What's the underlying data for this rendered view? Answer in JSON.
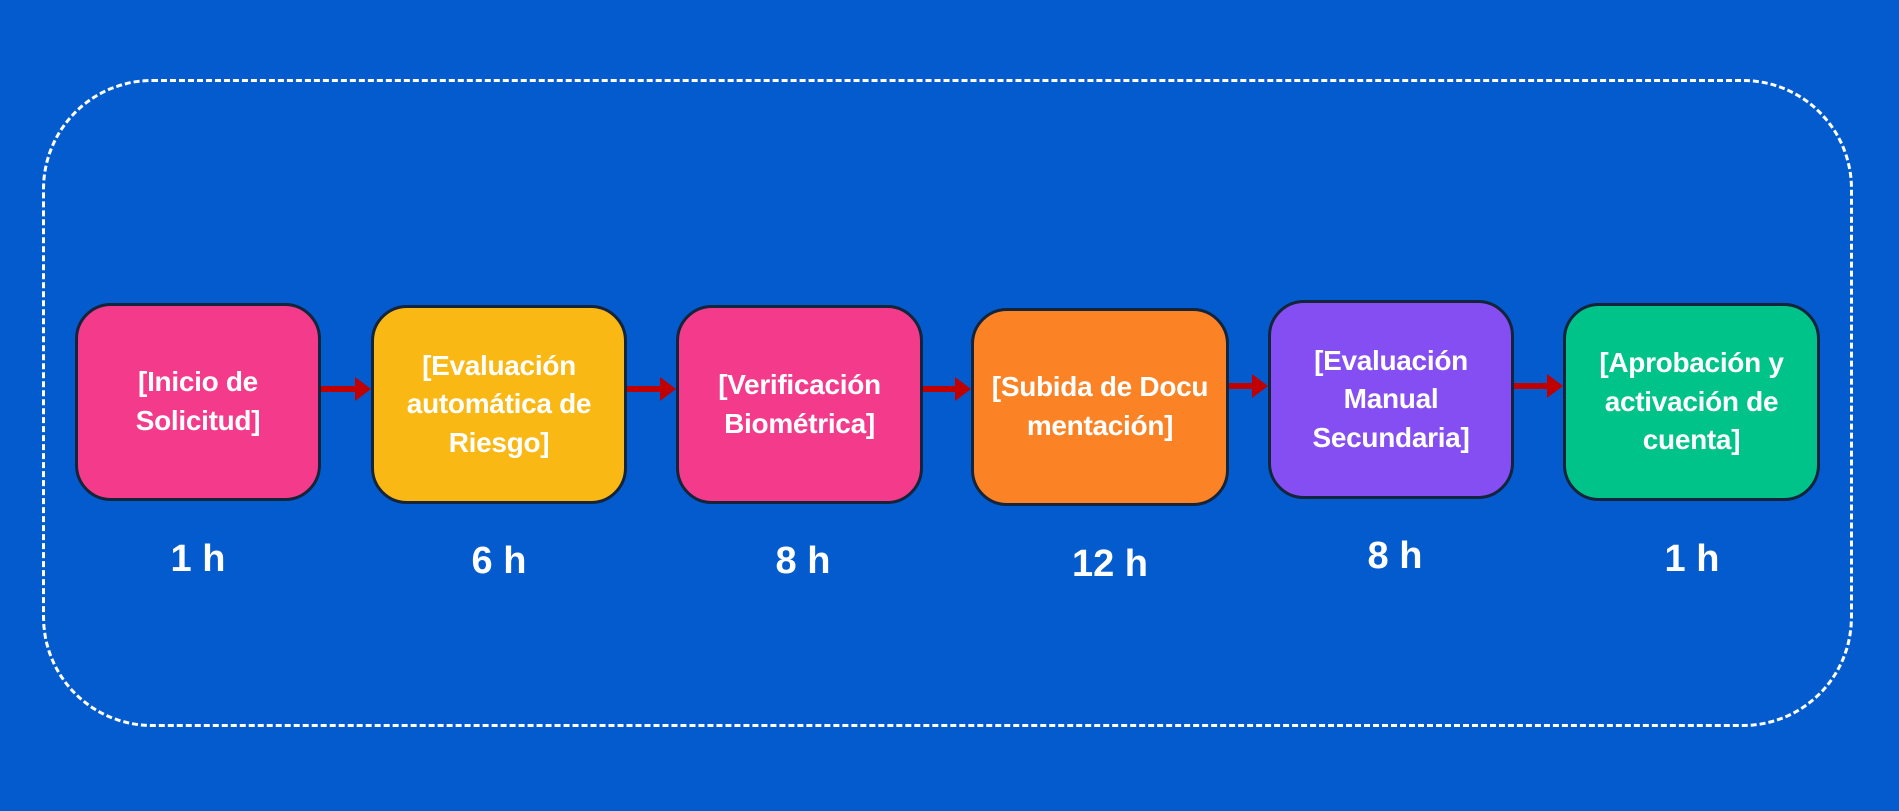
{
  "steps": [
    {
      "label": "[Inicio de Solicitud]",
      "duration": "1 h",
      "color": "#F43B8B"
    },
    {
      "label": "[Evaluación automática de Riesgo]",
      "duration": "6 h",
      "color": "#F9B813"
    },
    {
      "label": "[Verificación Biométrica]",
      "duration": "8 h",
      "color": "#F43B8B"
    },
    {
      "label": "[Subida de Documentación]",
      "duration": "12 h",
      "color": "#FB8225"
    },
    {
      "label": "[Evaluación Manual Secundaria]",
      "duration": "8 h",
      "color": "#844EF2"
    },
    {
      "label": "[Aprobación y activación de cuenta]",
      "duration": "1 h",
      "color": "#00C389"
    }
  ],
  "colors": {
    "background": "#035BCD",
    "arrow": "#C00000"
  }
}
